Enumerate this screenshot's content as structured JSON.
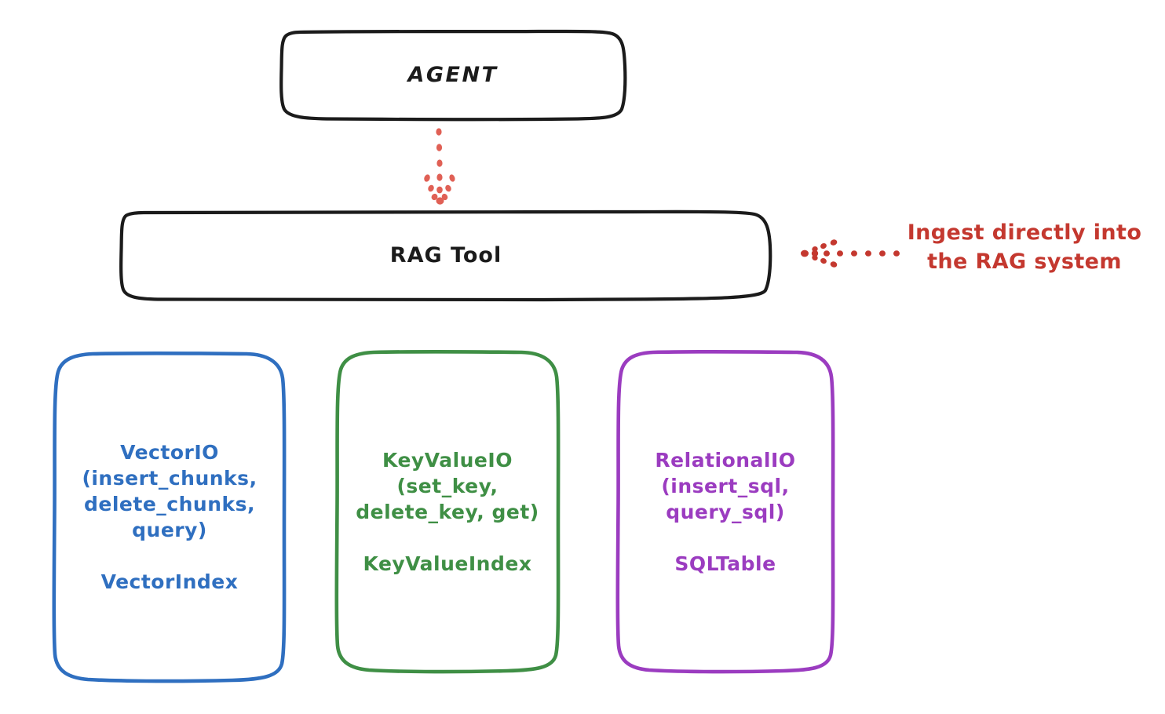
{
  "diagram": {
    "title": "RAG Tool architecture diagram",
    "background": "#ffffff",
    "style": "hand-drawn sketch"
  },
  "colors": {
    "black": "#1b1b1b",
    "blue": "#2f6fc0",
    "green": "#3f8f45",
    "purple": "#9b3cc0",
    "red": "#c4382f"
  },
  "nodes": {
    "agent": {
      "label": "AGENT",
      "stroke": "#1b1b1b"
    },
    "rag_tool": {
      "label": "RAG Tool",
      "stroke": "#1b1b1b"
    },
    "vector_io": {
      "label": "VectorIO\n(insert_chunks,\ndelete_chunks,\nquery)\n\nVectorIndex",
      "api": "VectorIO",
      "methods": "(insert_chunks, delete_chunks, query)",
      "index": "VectorIndex",
      "stroke": "#2f6fc0"
    },
    "key_value_io": {
      "label": "KeyValueIO\n(set_key,\ndelete_key, get)\n\nKeyValueIndex",
      "api": "KeyValueIO",
      "methods": "(set_key, delete_key, get)",
      "index": "KeyValueIndex",
      "stroke": "#3f8f45"
    },
    "relational_io": {
      "label": "RelationalIO\n(insert_sql,\nquery_sql)\n\nSQLTable",
      "api": "RelationalIO",
      "methods": "(insert_sql, query_sql)",
      "index": "SQLTable",
      "stroke": "#9b3cc0"
    }
  },
  "edges": {
    "agent_to_rag_tool": {
      "style": "dotted",
      "color": "#e06055",
      "direction": "down",
      "from": "AGENT",
      "to": "RAG Tool"
    },
    "ingest_arrow": {
      "style": "dotted",
      "color": "#c4382f",
      "direction": "left",
      "to": "RAG Tool"
    }
  },
  "annotations": {
    "ingest_note": "Ingest directly into\nthe RAG system"
  }
}
